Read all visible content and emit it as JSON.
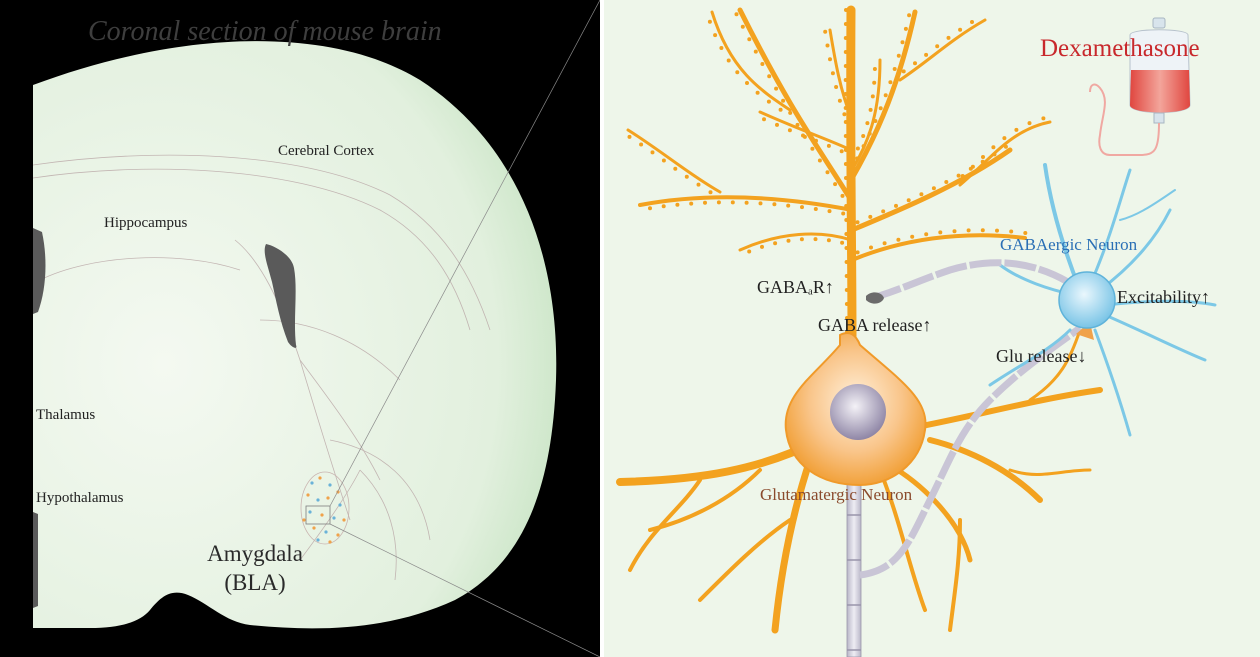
{
  "left_panel": {
    "title": "Coronal section of  mouse brain",
    "regions": {
      "cortex": "Cerebral  Cortex",
      "hippocampus": "Hippocampus",
      "thalamus": "Thalamus",
      "hypothalamus": "Hypothalamus",
      "amygdala_line1": "Amygdala",
      "amygdala_line2": "(BLA)"
    }
  },
  "right_panel": {
    "drug": "Dexamethasone",
    "gaba_neuron": "GABAergic Neuron",
    "glu_neuron": "Glutamatergic Neuron",
    "gabaar": "GABAₐR↑",
    "gaba_release": "GABA release↑",
    "glu_release": "Glu release↓",
    "excitability": "Excitability↑"
  },
  "colors": {
    "brain_fill": "#dcefd9",
    "panel_bg": "#eef6ea",
    "glu_neuron": "#f3a21f",
    "gaba_neuron": "#7cc8e6",
    "drug_text": "#c8282c",
    "gaba_label": "#2a6fb5",
    "glu_label": "#8a4a2c",
    "ventricle": "#5a5a5a"
  }
}
